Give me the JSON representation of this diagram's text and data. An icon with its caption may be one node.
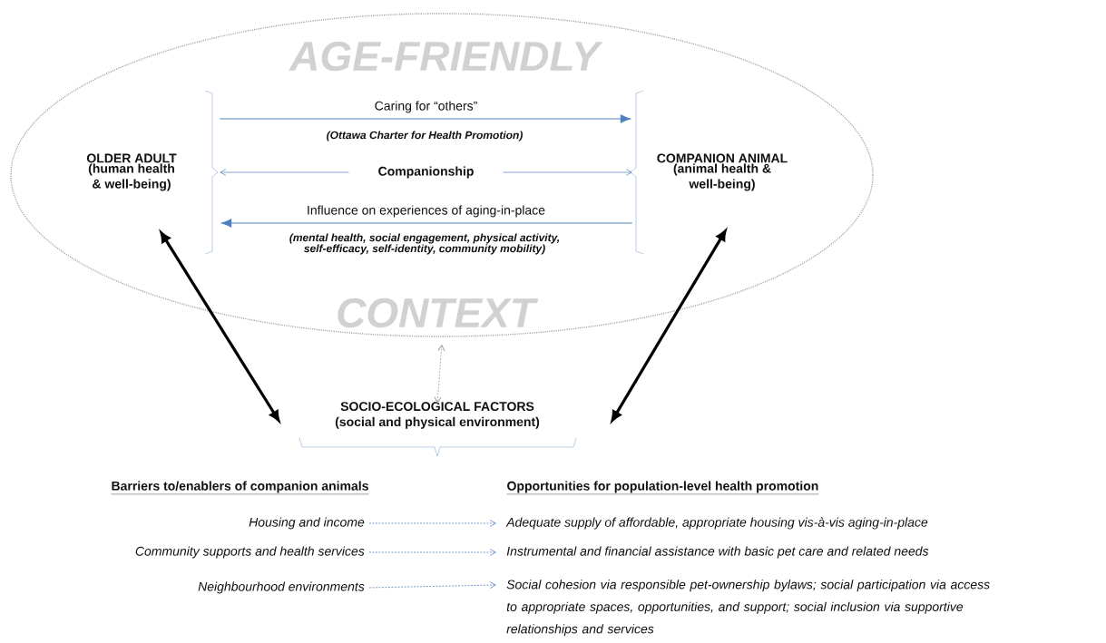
{
  "diagram": {
    "nodes": [
      {
        "text": [
          "AGE-FRIENDLY",
          "CONTEXT"
        ]
      },
      {
        "text": [
          "OLDER ADULT",
          "(human health & well-being)"
        ],
        "in": 0
      },
      {
        "text": [
          "COMPANION ANIMAL",
          "(animal health & well-being)"
        ],
        "in": 0
      },
      {
        "text": [
          "SOCIO-ECOLOGICAL FACTORS",
          "(social and physical environment)"
        ]
      },
      {
        "text": [
          "Housing and income"
        ]
      },
      {
        "text": [
          "Community supports and health services"
        ]
      },
      {
        "text": [
          "Neighbourhood environments"
        ]
      },
      {
        "text": [
          "Adequate supply of affordable, appropriate housing vis-à-vis aging-in-place"
        ]
      },
      {
        "text": [
          "Instrumental and financial assistance with basic pet care and related needs"
        ]
      },
      {
        "text": [
          "Social cohesion via responsible pet-ownership bylaws; social participation via access to appropriate spaces, opportunities, and support; social inclusion via supportive relationships and services"
        ]
      }
    ],
    "edges": [
      {
        "from": 1,
        "to": 2,
        "arrow": "to",
        "label": "Caring for “others”"
      },
      {
        "from": 1,
        "to": 2,
        "arrow": "both",
        "label": "Companionship"
      },
      {
        "from": 2,
        "to": 1,
        "arrow": "to",
        "label": "Influence on experiences of aging-in-place"
      },
      {
        "from": 1,
        "to": 3,
        "arrow": "both",
        "style": "thick",
        "color": "#000000"
      },
      {
        "from": 2,
        "to": 3,
        "arrow": "both",
        "style": "thick",
        "color": "#000000"
      },
      {
        "from": 0,
        "to": 3,
        "arrow": "both",
        "style": "dashed",
        "color": "#a0a0a0"
      },
      {
        "from": 4,
        "to": 7,
        "arrow": "to",
        "style": "dashed"
      },
      {
        "from": 5,
        "to": 8,
        "arrow": "to",
        "style": "dashed"
      },
      {
        "from": 6,
        "to": 9,
        "arrow": "to",
        "style": "dashed"
      }
    ],
    "labels": [
      "(Ottawa Charter for Health Promotion)",
      "(mental health, social engagement, physical activity, self-efficacy, self-identity, community mobility)",
      "Barriers to/enablers of companion animals",
      "Opportunities for population-level health promotion"
    ]
  }
}
